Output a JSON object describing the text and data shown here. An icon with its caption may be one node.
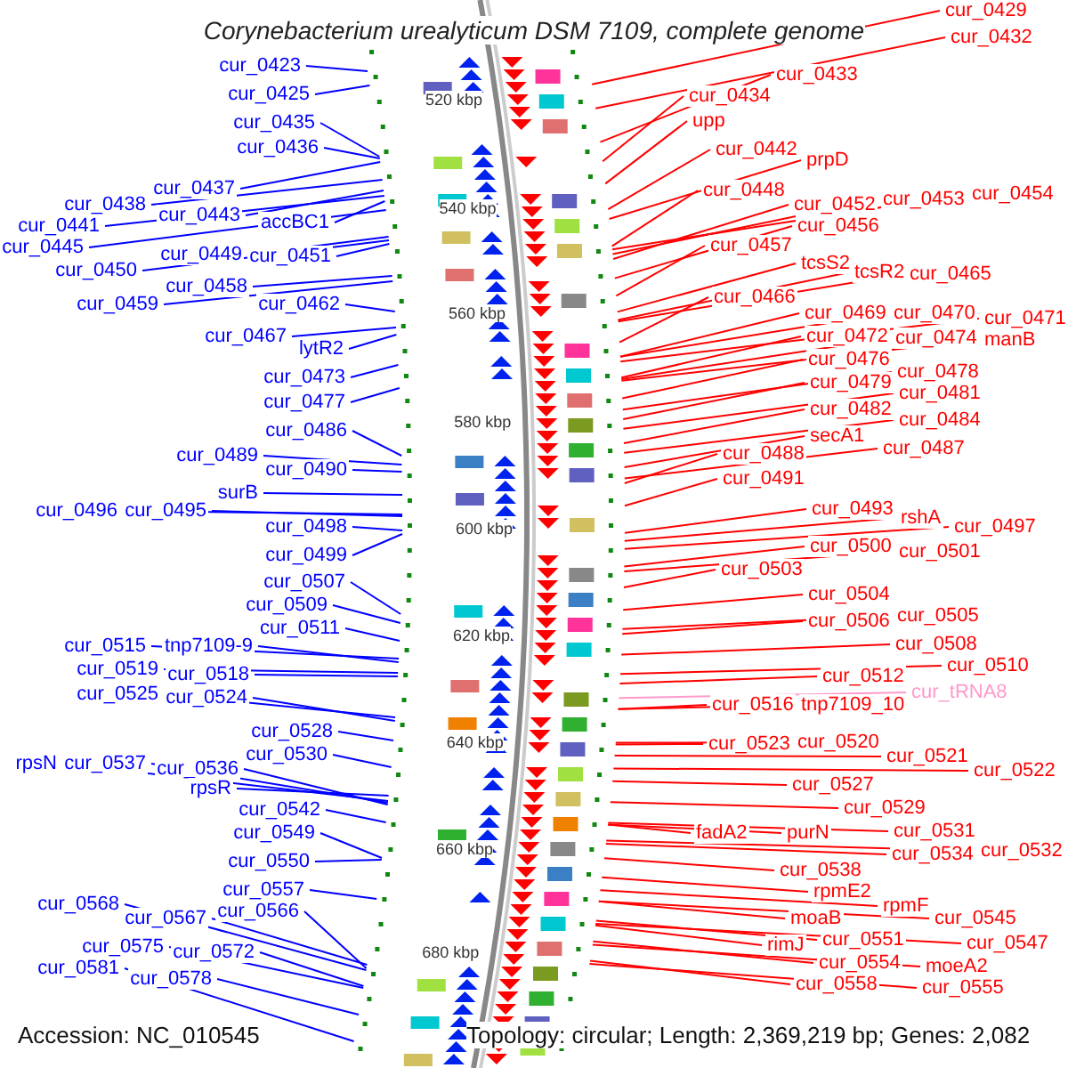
{
  "diagram": {
    "title": "Corynebacterium urealyticum DSM 7109, complete genome",
    "nodes": [
      {
        "text": [
          "cur_0423"
        ]
      },
      {
        "text": [
          "cur_0425"
        ]
      },
      {
        "text": [
          "cur_0435"
        ]
      },
      {
        "text": [
          "cur_0436"
        ]
      },
      {
        "text": [
          "cur_0437"
        ]
      },
      {
        "text": [
          "cur_0438"
        ]
      },
      {
        "text": [
          "cur_0441"
        ]
      },
      {
        "text": [
          "cur_0443"
        ]
      },
      {
        "text": [
          "accBC1"
        ]
      },
      {
        "text": [
          "cur_0445"
        ]
      },
      {
        "text": [
          "cur_0449"
        ]
      },
      {
        "text": [
          "cur_0451"
        ]
      },
      {
        "text": [
          "cur_0450"
        ]
      },
      {
        "text": [
          "cur_0458"
        ]
      },
      {
        "text": [
          "cur_0459"
        ]
      },
      {
        "text": [
          "cur_0462"
        ]
      },
      {
        "text": [
          "cur_0467"
        ]
      },
      {
        "text": [
          "lytR2"
        ]
      },
      {
        "text": [
          "cur_0473"
        ]
      },
      {
        "text": [
          "cur_0477"
        ]
      },
      {
        "text": [
          "cur_0486"
        ]
      },
      {
        "text": [
          "cur_0489"
        ]
      },
      {
        "text": [
          "cur_0490"
        ]
      },
      {
        "text": [
          "surB"
        ]
      },
      {
        "text": [
          "cur_0496"
        ]
      },
      {
        "text": [
          "cur_0495"
        ]
      },
      {
        "text": [
          "cur_0498"
        ]
      },
      {
        "text": [
          "cur_0499"
        ]
      },
      {
        "text": [
          "cur_0507"
        ]
      },
      {
        "text": [
          "cur_0509"
        ]
      },
      {
        "text": [
          "cur_0511"
        ]
      },
      {
        "text": [
          "cur_0515"
        ]
      },
      {
        "text": [
          "tnp7109-9"
        ]
      },
      {
        "text": [
          "cur_0519"
        ]
      },
      {
        "text": [
          "cur_0518"
        ]
      },
      {
        "text": [
          "cur_0525"
        ]
      },
      {
        "text": [
          "cur_0524"
        ]
      },
      {
        "text": [
          "cur_0528"
        ]
      },
      {
        "text": [
          "cur_0530"
        ]
      },
      {
        "text": [
          "rpsN"
        ]
      },
      {
        "text": [
          "cur_0537"
        ]
      },
      {
        "text": [
          "cur_0536"
        ]
      },
      {
        "text": [
          "rpsR"
        ]
      },
      {
        "text": [
          "cur_0542"
        ]
      },
      {
        "text": [
          "cur_0549"
        ]
      },
      {
        "text": [
          "cur_0550"
        ]
      },
      {
        "text": [
          "cur_0557"
        ]
      },
      {
        "text": [
          "cur_0568"
        ]
      },
      {
        "text": [
          "cur_0566"
        ]
      },
      {
        "text": [
          "cur_0567"
        ]
      },
      {
        "text": [
          "cur_0575"
        ]
      },
      {
        "text": [
          "cur_0572"
        ]
      },
      {
        "text": [
          "cur_0581"
        ]
      },
      {
        "text": [
          "cur_0578"
        ]
      },
      {
        "text": [
          "cur_0429"
        ]
      },
      {
        "text": [
          "cur_0432"
        ]
      },
      {
        "text": [
          "cur_0433"
        ]
      },
      {
        "text": [
          "cur_0434"
        ]
      },
      {
        "text": [
          "upp"
        ]
      },
      {
        "text": [
          "cur_0442"
        ]
      },
      {
        "text": [
          "prpD"
        ]
      },
      {
        "text": [
          "cur_0448"
        ]
      },
      {
        "text": [
          "cur_0452"
        ]
      },
      {
        "text": [
          "cur_0453"
        ]
      },
      {
        "text": [
          "cur_0454"
        ]
      },
      {
        "text": [
          "cur_0456"
        ]
      },
      {
        "text": [
          "cur_0457"
        ]
      },
      {
        "text": [
          "tcsS2"
        ]
      },
      {
        "text": [
          "tcsR2"
        ]
      },
      {
        "text": [
          "cur_0465"
        ]
      },
      {
        "text": [
          "cur_0466"
        ]
      },
      {
        "text": [
          "cur_0469"
        ]
      },
      {
        "text": [
          "cur_0470"
        ]
      },
      {
        "text": [
          "cur_0471"
        ]
      },
      {
        "text": [
          "cur_0472"
        ]
      },
      {
        "text": [
          "cur_0474"
        ]
      },
      {
        "text": [
          "manB"
        ]
      },
      {
        "text": [
          "cur_0476"
        ]
      },
      {
        "text": [
          "cur_0478"
        ]
      },
      {
        "text": [
          "cur_0479"
        ]
      },
      {
        "text": [
          "cur_0481"
        ]
      },
      {
        "text": [
          "cur_0482"
        ]
      },
      {
        "text": [
          "cur_0484"
        ]
      },
      {
        "text": [
          "secA1"
        ]
      },
      {
        "text": [
          "cur_0487"
        ]
      },
      {
        "text": [
          "cur_0488"
        ]
      },
      {
        "text": [
          "cur_0491"
        ]
      },
      {
        "text": [
          "cur_0493"
        ]
      },
      {
        "text": [
          "rshA"
        ]
      },
      {
        "text": [
          "cur_0497"
        ]
      },
      {
        "text": [
          "cur_0500"
        ]
      },
      {
        "text": [
          "cur_0501"
        ]
      },
      {
        "text": [
          "cur_0503"
        ]
      },
      {
        "text": [
          "cur_0504"
        ]
      },
      {
        "text": [
          "cur_0505"
        ]
      },
      {
        "text": [
          "cur_0506"
        ]
      },
      {
        "text": [
          "cur_0508"
        ]
      },
      {
        "text": [
          "cur_0510"
        ]
      },
      {
        "text": [
          "cur_0512"
        ]
      },
      {
        "text": [
          "cur_tRNA8"
        ]
      },
      {
        "text": [
          "cur_0516"
        ]
      },
      {
        "text": [
          "tnp7109_10"
        ]
      },
      {
        "text": [
          "cur_0523"
        ]
      },
      {
        "text": [
          "cur_0520"
        ]
      },
      {
        "text": [
          "cur_0521"
        ]
      },
      {
        "text": [
          "cur_0522"
        ]
      },
      {
        "text": [
          "cur_0527"
        ]
      },
      {
        "text": [
          "cur_0529"
        ]
      },
      {
        "text": [
          "fadA2"
        ]
      },
      {
        "text": [
          "purN"
        ]
      },
      {
        "text": [
          "cur_0531"
        ]
      },
      {
        "text": [
          "cur_0534"
        ]
      },
      {
        "text": [
          "cur_0532"
        ]
      },
      {
        "text": [
          "cur_0538"
        ]
      },
      {
        "text": [
          "rpmE2"
        ]
      },
      {
        "text": [
          "rpmF"
        ]
      },
      {
        "text": [
          "cur_0545"
        ]
      },
      {
        "text": [
          "moaB"
        ]
      },
      {
        "text": [
          "cur_0547"
        ]
      },
      {
        "text": [
          "cur_0551"
        ]
      },
      {
        "text": [
          "rimJ"
        ]
      },
      {
        "text": [
          "cur_0554"
        ]
      },
      {
        "text": [
          "moeA2"
        ]
      },
      {
        "text": [
          "cur_0558"
        ]
      },
      {
        "text": [
          "cur_0555"
        ]
      }
    ],
    "edges": [
      {
        "from": 0,
        "to": null,
        "arrow": "none",
        "color": "#0000ff"
      },
      {
        "from": 1,
        "to": null,
        "arrow": "none",
        "color": "#0000ff"
      },
      {
        "from": 2,
        "to": null,
        "arrow": "none",
        "color": "#0000ff"
      },
      {
        "from": 3,
        "to": null,
        "arrow": "none",
        "color": "#0000ff"
      },
      {
        "from": 4,
        "to": null,
        "arrow": "none",
        "color": "#0000ff"
      },
      {
        "from": 5,
        "to": null,
        "arrow": "none",
        "color": "#0000ff"
      },
      {
        "from": 6,
        "to": null,
        "arrow": "none",
        "color": "#0000ff"
      },
      {
        "from": 7,
        "to": null,
        "arrow": "none",
        "color": "#0000ff"
      },
      {
        "from": 8,
        "to": null,
        "arrow": "none",
        "color": "#0000ff"
      },
      {
        "from": 9,
        "to": null,
        "arrow": "none",
        "color": "#0000ff"
      },
      {
        "from": 10,
        "to": null,
        "arrow": "none",
        "color": "#0000ff"
      },
      {
        "from": 11,
        "to": null,
        "arrow": "none",
        "color": "#0000ff"
      },
      {
        "from": 12,
        "to": null,
        "arrow": "none",
        "color": "#0000ff"
      },
      {
        "from": 13,
        "to": null,
        "arrow": "none",
        "color": "#0000ff"
      },
      {
        "from": 14,
        "to": null,
        "arrow": "none",
        "color": "#0000ff"
      },
      {
        "from": 15,
        "to": null,
        "arrow": "none",
        "color": "#0000ff"
      },
      {
        "from": 16,
        "to": null,
        "arrow": "none",
        "color": "#0000ff"
      },
      {
        "from": 17,
        "to": null,
        "arrow": "none",
        "color": "#0000ff"
      },
      {
        "from": 18,
        "to": null,
        "arrow": "none",
        "color": "#0000ff"
      },
      {
        "from": 19,
        "to": null,
        "arrow": "none",
        "color": "#0000ff"
      },
      {
        "from": 20,
        "to": null,
        "arrow": "none",
        "color": "#0000ff"
      },
      {
        "from": 21,
        "to": null,
        "arrow": "none",
        "color": "#0000ff"
      },
      {
        "from": 22,
        "to": null,
        "arrow": "none",
        "color": "#0000ff"
      },
      {
        "from": 23,
        "to": null,
        "arrow": "none",
        "color": "#0000ff"
      },
      {
        "from": 24,
        "to": null,
        "arrow": "none",
        "color": "#0000ff"
      },
      {
        "from": 25,
        "to": null,
        "arrow": "none",
        "color": "#0000ff"
      },
      {
        "from": 26,
        "to": null,
        "arrow": "none",
        "color": "#0000ff"
      },
      {
        "from": 27,
        "to": null,
        "arrow": "none",
        "color": "#0000ff"
      },
      {
        "from": 28,
        "to": null,
        "arrow": "none",
        "color": "#0000ff"
      },
      {
        "from": 29,
        "to": null,
        "arrow": "none",
        "color": "#0000ff"
      },
      {
        "from": 30,
        "to": null,
        "arrow": "none",
        "color": "#0000ff"
      },
      {
        "from": 31,
        "to": null,
        "arrow": "none",
        "color": "#0000ff"
      },
      {
        "from": 32,
        "to": null,
        "arrow": "none",
        "color": "#0000ff"
      },
      {
        "from": 33,
        "to": null,
        "arrow": "none",
        "color": "#0000ff"
      },
      {
        "from": 34,
        "to": null,
        "arrow": "none",
        "color": "#0000ff"
      },
      {
        "from": 35,
        "to": null,
        "arrow": "none",
        "color": "#0000ff"
      },
      {
        "from": 36,
        "to": null,
        "arrow": "none",
        "color": "#0000ff"
      },
      {
        "from": 37,
        "to": null,
        "arrow": "none",
        "color": "#0000ff"
      },
      {
        "from": 38,
        "to": null,
        "arrow": "none",
        "color": "#0000ff"
      },
      {
        "from": 39,
        "to": null,
        "arrow": "none",
        "color": "#0000ff"
      },
      {
        "from": 40,
        "to": null,
        "arrow": "none",
        "color": "#0000ff"
      },
      {
        "from": 41,
        "to": null,
        "arrow": "none",
        "color": "#0000ff"
      },
      {
        "from": 42,
        "to": null,
        "arrow": "none",
        "color": "#0000ff"
      },
      {
        "from": 43,
        "to": null,
        "arrow": "none",
        "color": "#0000ff"
      },
      {
        "from": 44,
        "to": null,
        "arrow": "none",
        "color": "#0000ff"
      },
      {
        "from": 45,
        "to": null,
        "arrow": "none",
        "color": "#0000ff"
      },
      {
        "from": 46,
        "to": null,
        "arrow": "none",
        "color": "#0000ff"
      },
      {
        "from": 47,
        "to": null,
        "arrow": "none",
        "color": "#0000ff"
      },
      {
        "from": 48,
        "to": null,
        "arrow": "none",
        "color": "#0000ff"
      },
      {
        "from": 49,
        "to": null,
        "arrow": "none",
        "color": "#0000ff"
      },
      {
        "from": 50,
        "to": null,
        "arrow": "none",
        "color": "#0000ff"
      },
      {
        "from": 51,
        "to": null,
        "arrow": "none",
        "color": "#0000ff"
      },
      {
        "from": 52,
        "to": null,
        "arrow": "none",
        "color": "#0000ff"
      },
      {
        "from": 53,
        "to": null,
        "arrow": "none",
        "color": "#0000ff"
      },
      {
        "from": 54,
        "to": null,
        "arrow": "none"
      },
      {
        "from": 55,
        "to": null,
        "arrow": "none"
      },
      {
        "from": 56,
        "to": null,
        "arrow": "none"
      },
      {
        "from": 57,
        "to": null,
        "arrow": "none"
      },
      {
        "from": 58,
        "to": null,
        "arrow": "none"
      },
      {
        "from": 59,
        "to": null,
        "arrow": "none"
      },
      {
        "from": 60,
        "to": null,
        "arrow": "none"
      },
      {
        "from": 61,
        "to": null,
        "arrow": "none"
      },
      {
        "from": 62,
        "to": null,
        "arrow": "none"
      },
      {
        "from": 63,
        "to": null,
        "arrow": "none"
      },
      {
        "from": 64,
        "to": null,
        "arrow": "none"
      },
      {
        "from": 65,
        "to": null,
        "arrow": "none"
      },
      {
        "from": 66,
        "to": null,
        "arrow": "none"
      },
      {
        "from": 67,
        "to": null,
        "arrow": "none"
      },
      {
        "from": 68,
        "to": null,
        "arrow": "none"
      },
      {
        "from": 69,
        "to": null,
        "arrow": "none"
      },
      {
        "from": 70,
        "to": null,
        "arrow": "none"
      },
      {
        "from": 71,
        "to": null,
        "arrow": "none"
      },
      {
        "from": 72,
        "to": null,
        "arrow": "none"
      },
      {
        "from": 73,
        "to": null,
        "arrow": "none"
      },
      {
        "from": 74,
        "to": null,
        "arrow": "none"
      },
      {
        "from": 75,
        "to": null,
        "arrow": "none"
      },
      {
        "from": 76,
        "to": null,
        "arrow": "none"
      },
      {
        "from": 77,
        "to": null,
        "arrow": "none"
      },
      {
        "from": 78,
        "to": null,
        "arrow": "none"
      },
      {
        "from": 79,
        "to": null,
        "arrow": "none"
      },
      {
        "from": 80,
        "to": null,
        "arrow": "none"
      },
      {
        "from": 81,
        "to": null,
        "arrow": "none"
      },
      {
        "from": 82,
        "to": null,
        "arrow": "none"
      },
      {
        "from": 83,
        "to": null,
        "arrow": "none"
      },
      {
        "from": 84,
        "to": null,
        "arrow": "none"
      },
      {
        "from": 85,
        "to": null,
        "arrow": "none"
      },
      {
        "from": 86,
        "to": null,
        "arrow": "none"
      },
      {
        "from": 87,
        "to": null,
        "arrow": "none"
      },
      {
        "from": 88,
        "to": null,
        "arrow": "none"
      },
      {
        "from": 89,
        "to": null,
        "arrow": "none"
      },
      {
        "from": 90,
        "to": null,
        "arrow": "none"
      },
      {
        "from": 91,
        "to": null,
        "arrow": "none"
      },
      {
        "from": 92,
        "to": null,
        "arrow": "none"
      },
      {
        "from": 93,
        "to": null,
        "arrow": "none"
      },
      {
        "from": 94,
        "to": null,
        "arrow": "none"
      },
      {
        "from": 95,
        "to": null,
        "arrow": "none"
      },
      {
        "from": 96,
        "to": null,
        "arrow": "none"
      },
      {
        "from": 97,
        "to": null,
        "arrow": "none"
      },
      {
        "from": 98,
        "to": null,
        "arrow": "none"
      },
      {
        "from": 99,
        "to": null,
        "arrow": "none",
        "color": "#ff99cc"
      },
      {
        "from": 100,
        "to": null,
        "arrow": "none"
      },
      {
        "from": 101,
        "to": null,
        "arrow": "none"
      },
      {
        "from": 102,
        "to": null,
        "arrow": "none"
      },
      {
        "from": 103,
        "to": null,
        "arrow": "none"
      },
      {
        "from": 104,
        "to": null,
        "arrow": "none"
      },
      {
        "from": 105,
        "to": null,
        "arrow": "none"
      },
      {
        "from": 106,
        "to": null,
        "arrow": "none"
      },
      {
        "from": 107,
        "to": null,
        "arrow": "none"
      },
      {
        "from": 108,
        "to": null,
        "arrow": "none"
      },
      {
        "from": 109,
        "to": null,
        "arrow": "none"
      },
      {
        "from": 110,
        "to": null,
        "arrow": "none"
      },
      {
        "from": 111,
        "to": null,
        "arrow": "none"
      },
      {
        "from": 112,
        "to": null,
        "arrow": "none"
      },
      {
        "from": 113,
        "to": null,
        "arrow": "none"
      },
      {
        "from": 114,
        "to": null,
        "arrow": "none"
      },
      {
        "from": 115,
        "to": null,
        "arrow": "none"
      },
      {
        "from": 116,
        "to": null,
        "arrow": "none"
      },
      {
        "from": 117,
        "to": null,
        "arrow": "none"
      },
      {
        "from": 118,
        "to": null,
        "arrow": "none"
      },
      {
        "from": 119,
        "to": null,
        "arrow": "none"
      },
      {
        "from": 120,
        "to": null,
        "arrow": "none"
      },
      {
        "from": 121,
        "to": null,
        "arrow": "none"
      },
      {
        "from": 122,
        "to": null,
        "arrow": "none"
      },
      {
        "from": 123,
        "to": null,
        "arrow": "none"
      },
      {
        "from": 124,
        "to": null,
        "arrow": "none"
      }
    ],
    "labels": [
      "520 kbp",
      "540 kbp",
      "560 kbp",
      "580 kbp",
      "600 kbp",
      "620 kbp",
      "640 kbp",
      "660 kbp",
      "680 kbp",
      "Accession: NC_010545",
      "Topology: circular; Length: 2,369,219 bp; Genes: 2,082"
    ]
  }
}
